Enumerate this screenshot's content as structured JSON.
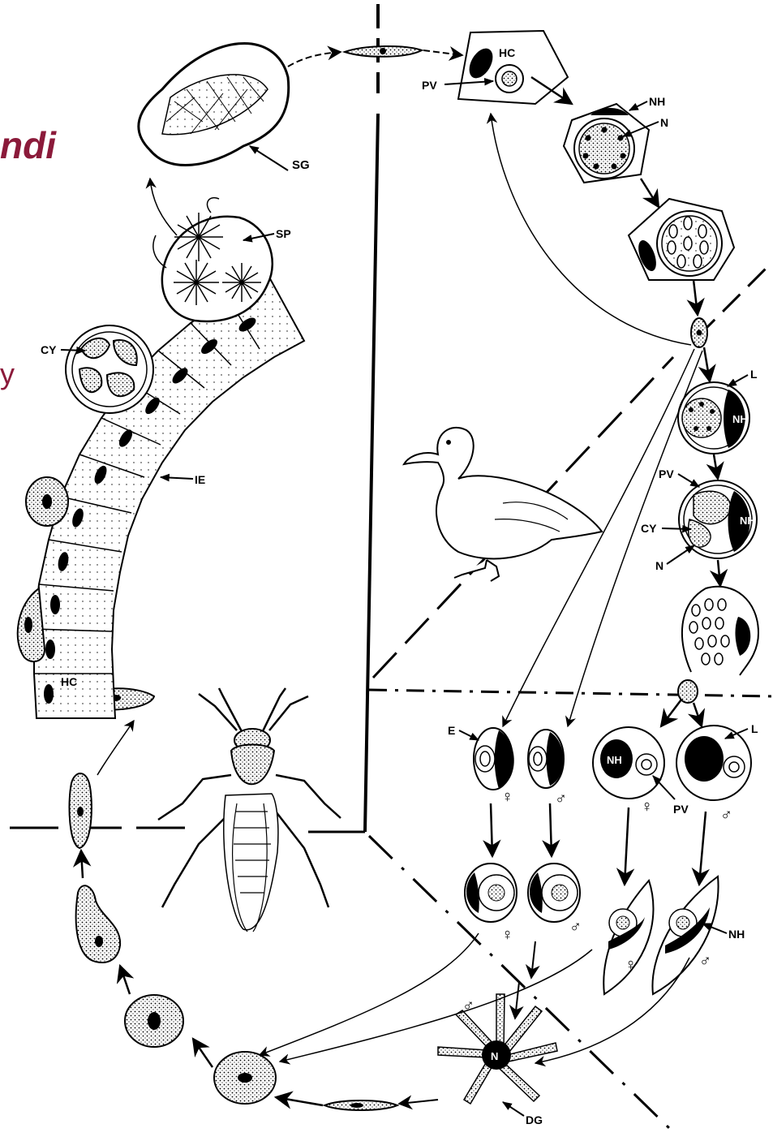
{
  "cut_text": {
    "title_fragment": "ndi",
    "side_fragment": "y"
  },
  "labels": {
    "sg": "SG",
    "sp": "SP",
    "cy": "CY",
    "ie": "IE",
    "hc": "HC",
    "pv": "PV",
    "nh": "NH",
    "n": "N",
    "l": "L",
    "e": "E",
    "dg": "DG"
  },
  "symbols": {
    "female": "♀",
    "male": "♂"
  },
  "colors": {
    "ink": "#000000",
    "accent_text": "#8b1a3a",
    "background": "#ffffff"
  }
}
